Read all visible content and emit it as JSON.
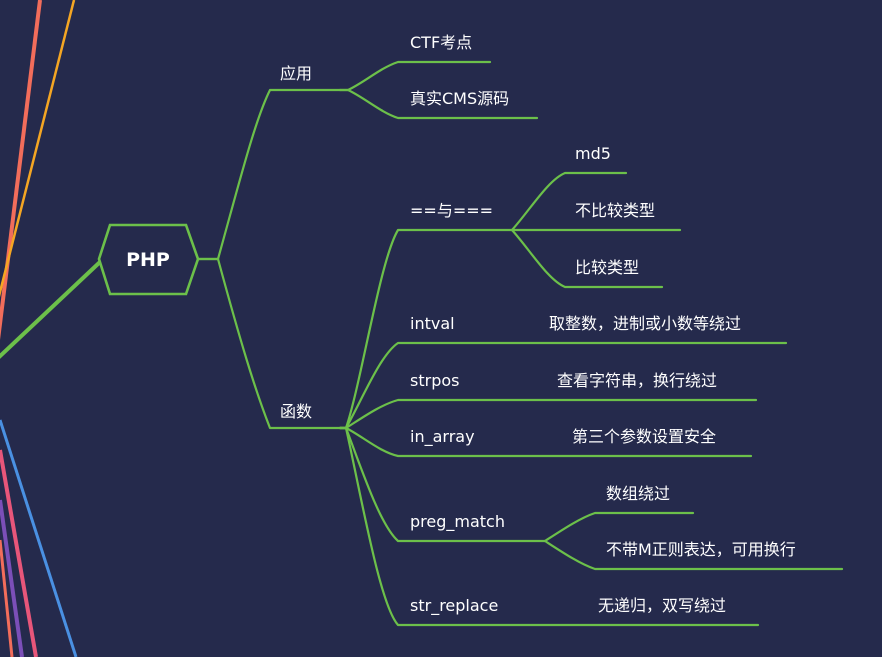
{
  "colors": {
    "background": "#252a4c",
    "branch": "#6cc04a",
    "text": "#ffffff",
    "node_fill": "#252a4c",
    "edge_lines": [
      "#f26d5b",
      "#f5a623",
      "#6cc04a",
      "#4a90e2",
      "#e8567a",
      "#7b4fb8"
    ]
  },
  "root": {
    "label": "PHP"
  },
  "branches": [
    {
      "label": "应用",
      "children": [
        {
          "label": "CTF考点"
        },
        {
          "label": "真实CMS源码"
        }
      ]
    },
    {
      "label": "函数",
      "children": [
        {
          "label": "==与===",
          "children": [
            {
              "label": "md5"
            },
            {
              "label": "不比较类型"
            },
            {
              "label": "比较类型"
            }
          ]
        },
        {
          "label": "intval",
          "note": "取整数，进制或小数等绕过"
        },
        {
          "label": "strpos",
          "note": "查看字符串，换行绕过"
        },
        {
          "label": "in_array",
          "note": "第三个参数设置安全"
        },
        {
          "label": "preg_match",
          "children": [
            {
              "label": "数组绕过"
            },
            {
              "label": "不带M正则表达，可用换行"
            }
          ]
        },
        {
          "label": "str_replace",
          "note": "无递归，双写绕过"
        }
      ]
    }
  ]
}
